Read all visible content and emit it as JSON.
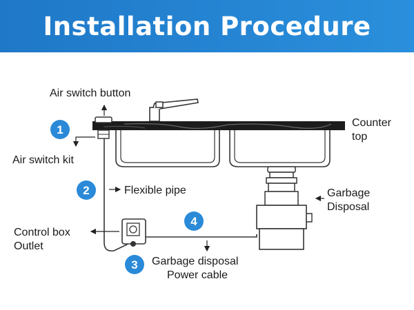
{
  "header": {
    "title": "Installation Procedure"
  },
  "labels": {
    "air_switch_button": "Air switch button",
    "air_switch_kit": "Air switch kit",
    "flexible_pipe": "Flexible pipe",
    "control_box_line1": "Control box",
    "control_box_line2": "Outlet",
    "counter_line1": "Counter",
    "counter_line2": "top",
    "disposal_line1": "Garbage",
    "disposal_line2": "Disposal",
    "cable_line1": "Garbage disposal",
    "cable_line2": "Power cable"
  },
  "steps": [
    "1",
    "2",
    "3",
    "4"
  ],
  "colors": {
    "header": "#2083d2",
    "step_badge": "#2a8ad8",
    "line": "#222222",
    "counter": "#1c1c1c"
  }
}
